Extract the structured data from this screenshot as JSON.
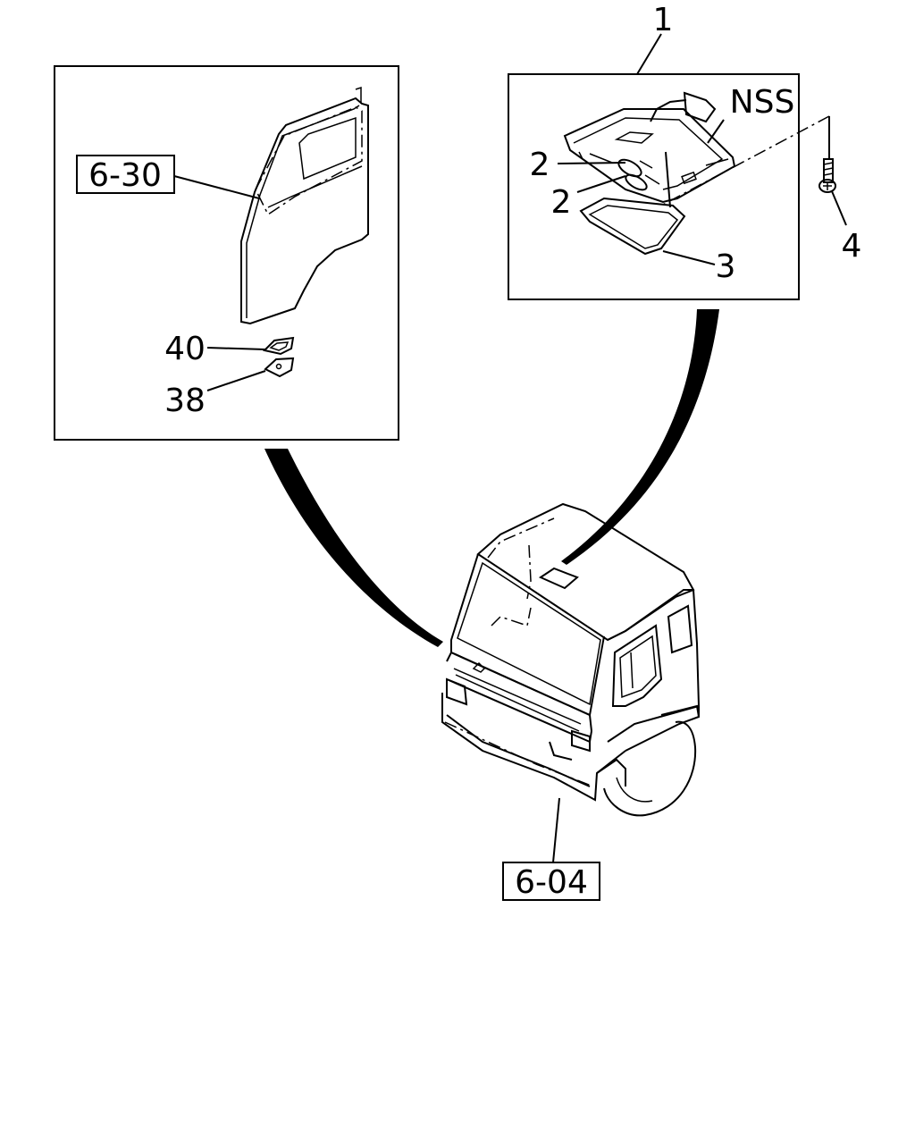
{
  "callouts": {
    "assembly": "1",
    "bulb_upper": "2",
    "bulb_lower": "2",
    "lens": "3",
    "screw": "4",
    "note": "NSS",
    "switch_40": "40",
    "switch_38": "38"
  },
  "refs": {
    "door": "6-30",
    "cab": "6-04"
  }
}
